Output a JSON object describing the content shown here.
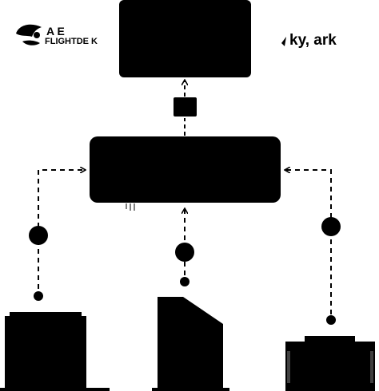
{
  "logos": {
    "left": {
      "line1": "A E",
      "line2": "FLIGHTDE K"
    },
    "right": {
      "text": "ky, ark"
    }
  },
  "colors": {
    "ink": "#000000",
    "paper": "#ffffff"
  },
  "diagram": {
    "nodes": [
      {
        "id": "top-box"
      },
      {
        "id": "small-connector-box"
      },
      {
        "id": "center-hub"
      },
      {
        "id": "bottom-left-device"
      },
      {
        "id": "bottom-center-device"
      },
      {
        "id": "bottom-right-device"
      }
    ],
    "edges": [
      {
        "from": "center-hub",
        "to": "top-box",
        "style": "dashed",
        "arrow": true
      },
      {
        "from": "bottom-left-device",
        "to": "center-hub",
        "style": "dashed",
        "arrow": true
      },
      {
        "from": "bottom-center-device",
        "to": "center-hub",
        "style": "dashed",
        "arrow": true
      },
      {
        "from": "bottom-right-device",
        "to": "center-hub",
        "style": "dashed",
        "arrow": true
      }
    ]
  }
}
